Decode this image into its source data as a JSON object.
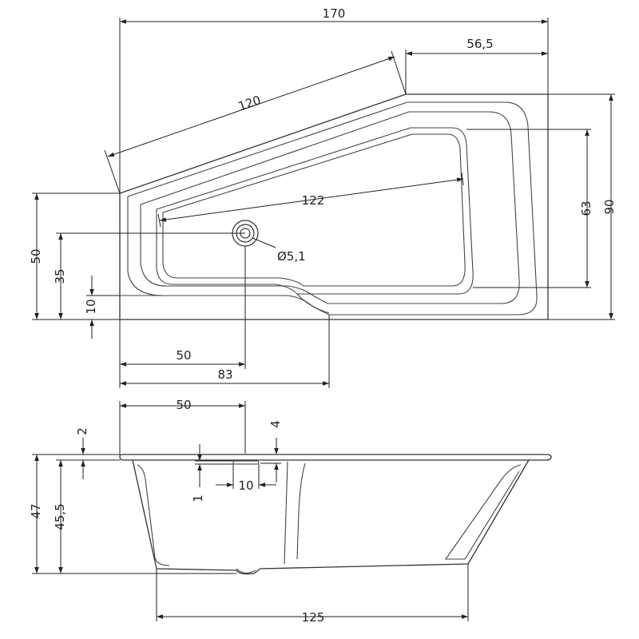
{
  "top_view": {
    "dim_overall_width": "170",
    "dim_slant_edge": "120",
    "dim_right_top": "56,5",
    "dim_inner_length": "122",
    "dim_inner_depth": "63",
    "dim_overall_depth": "90",
    "dim_left_height": "50",
    "dim_drain_height": "35",
    "dim_step_height": "10",
    "dim_drain_offset": "50",
    "dim_step_offset": "83",
    "drain_diameter": "Ø5,1"
  },
  "side_view": {
    "dim_drain_offset": "50",
    "dim_rim_thickness": "2",
    "dim_rim_step": "4",
    "dim_overflow_width": "10",
    "dim_overflow_height": "1",
    "dim_total_height": "47",
    "dim_inner_height": "45,5",
    "dim_bottom_length": "125"
  }
}
